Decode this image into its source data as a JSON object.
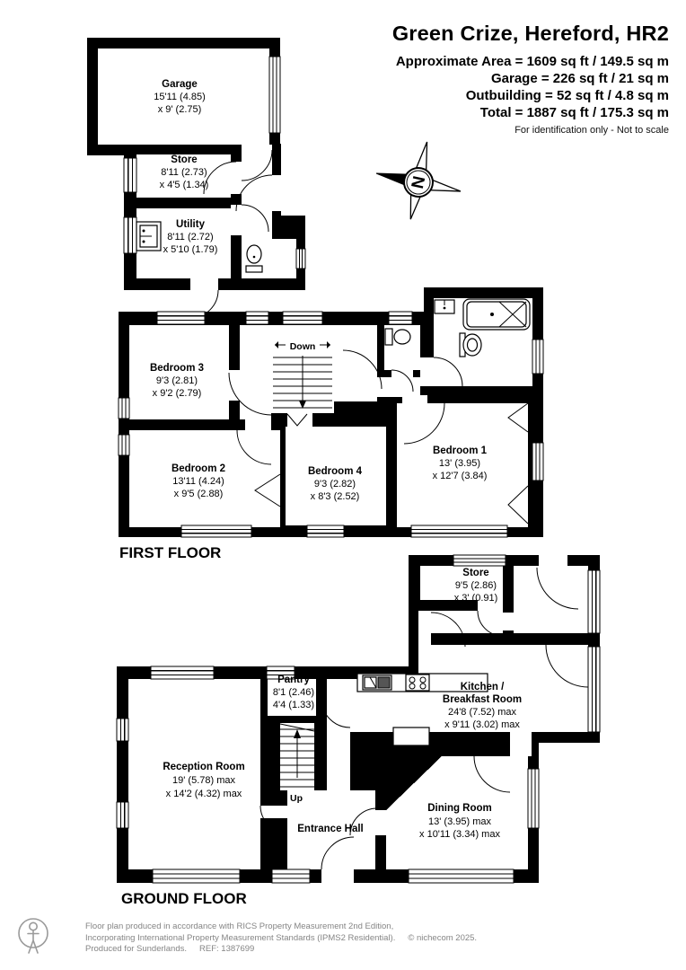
{
  "header": {
    "title": "Green Crize, Hereford, HR2",
    "area_lines": [
      "Approximate Area = 1609 sq ft / 149.5 sq m",
      "Garage = 226 sq ft / 21 sq m",
      "Outbuilding = 52 sq ft / 4.8 sq m",
      "Total = 1887 sq ft / 175.3 sq m"
    ],
    "note": "For identification only - Not to scale"
  },
  "compass": {
    "north": "N"
  },
  "outbuilding": {
    "garage": {
      "name": "Garage",
      "d1": "15'11 (4.85)",
      "d2": "x 9' (2.75)"
    },
    "store": {
      "name": "Store",
      "d1": "8'11 (2.73)",
      "d2": "x 4'5 (1.34)"
    },
    "utility": {
      "name": "Utility",
      "d1": "8'11 (2.72)",
      "d2": "x 5'10 (1.79)"
    }
  },
  "first_floor": {
    "title": "FIRST FLOOR",
    "stairs": "Down",
    "bedroom3": {
      "name": "Bedroom 3",
      "d1": "9'3 (2.81)",
      "d2": "x 9'2 (2.79)"
    },
    "bedroom2": {
      "name": "Bedroom 2",
      "d1": "13'11 (4.24)",
      "d2": "x 9'5 (2.88)"
    },
    "bedroom4": {
      "name": "Bedroom 4",
      "d1": "9'3 (2.82)",
      "d2": "x 8'3 (2.52)"
    },
    "bedroom1": {
      "name": "Bedroom 1",
      "d1": "13' (3.95)",
      "d2": "x 12'7 (3.84)"
    }
  },
  "ground_floor": {
    "title": "GROUND FLOOR",
    "stairs": "Up",
    "store": {
      "name": "Store",
      "d1": "9'5 (2.86)",
      "d2": "x 3' (0.91)"
    },
    "kitchen": {
      "n1": "Kitchen /",
      "n2": "Breakfast Room",
      "d1": "24'8 (7.52) max",
      "d2": "x 9'11 (3.02) max"
    },
    "pantry": {
      "name": "Pantry",
      "d1": "8'1 (2.46)",
      "d2": "4'4 (1.33)"
    },
    "reception": {
      "name": "Reception Room",
      "d1": "19' (5.78) max",
      "d2": "x 14'2 (4.32) max"
    },
    "entrance": {
      "name": "Entrance Hall"
    },
    "dining": {
      "name": "Dining Room",
      "d1": "13' (3.95) max",
      "d2": "x 10'11 (3.34) max"
    }
  },
  "footer": {
    "line1": "Floor plan produced in accordance with RICS Property Measurement 2nd Edition,",
    "line2": "Incorporating International Property Measurement Standards (IPMS2 Residential).",
    "copyright": "© nichecom 2025.",
    "line3": "Produced for Sunderlands.",
    "ref": "REF: 1387699"
  }
}
